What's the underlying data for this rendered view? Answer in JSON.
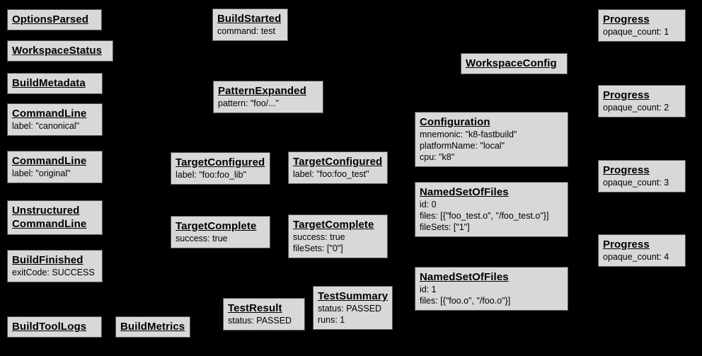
{
  "diagram": {
    "description": "Build event protocol graph: event nodes on black background",
    "background_color": "#000000",
    "node_fill_color": "#d8d8d8",
    "node_border_color": "#555555",
    "node_text_color": "#000000"
  },
  "nodes": [
    {
      "title": "OptionsParsed",
      "lines": []
    },
    {
      "title": "WorkspaceStatus",
      "lines": []
    },
    {
      "title": "BuildMetadata",
      "lines": []
    },
    {
      "title": "CommandLine",
      "lines": [
        "label: \"canonical\""
      ]
    },
    {
      "title": "CommandLine",
      "lines": [
        "label: \"original\""
      ]
    },
    {
      "title": "Unstructured CommandLine",
      "lines": []
    },
    {
      "title": "BuildFinished",
      "lines": [
        "exitCode: SUCCESS"
      ]
    },
    {
      "title": "BuildToolLogs",
      "lines": []
    },
    {
      "title": "BuildMetrics",
      "lines": []
    },
    {
      "title": "BuildStarted",
      "lines": [
        "command: test"
      ]
    },
    {
      "title": "PatternExpanded",
      "lines": [
        "pattern: \"foo/...\""
      ]
    },
    {
      "title": "TargetConfigured",
      "lines": [
        "label: \"foo:foo_lib\""
      ]
    },
    {
      "title": "TargetConfigured",
      "lines": [
        "label: \"foo:foo_test\""
      ]
    },
    {
      "title": "TargetComplete",
      "lines": [
        "success: true"
      ]
    },
    {
      "title": "TargetComplete",
      "lines": [
        "success: true",
        "fileSets: [\"0\"]"
      ]
    },
    {
      "title": "TestResult",
      "lines": [
        "status: PASSED"
      ]
    },
    {
      "title": "TestSummary",
      "lines": [
        "status: PASSED",
        "runs: 1"
      ]
    },
    {
      "title": "WorkspaceConfig",
      "lines": []
    },
    {
      "title": "Configuration",
      "lines": [
        "mnemonic: \"k8-fastbuild\"",
        "platformName: \"local\"",
        "cpu: \"k8\""
      ]
    },
    {
      "title": "NamedSetOfFiles",
      "lines": [
        "id: 0",
        "files: [{\"foo_test.o\", \"/foo_test.o\"}]",
        "fileSets: [\"1\"]"
      ]
    },
    {
      "title": "NamedSetOfFiles",
      "lines": [
        "id: 1",
        "files: [{\"foo.o\", \"/foo.o\"}]"
      ]
    },
    {
      "title": "Progress",
      "lines": [
        "opaque_count: 1"
      ]
    },
    {
      "title": "Progress",
      "lines": [
        "opaque_count: 2"
      ]
    },
    {
      "title": "Progress",
      "lines": [
        "opaque_count: 3"
      ]
    },
    {
      "title": "Progress",
      "lines": [
        "opaque_count: 4"
      ]
    }
  ]
}
